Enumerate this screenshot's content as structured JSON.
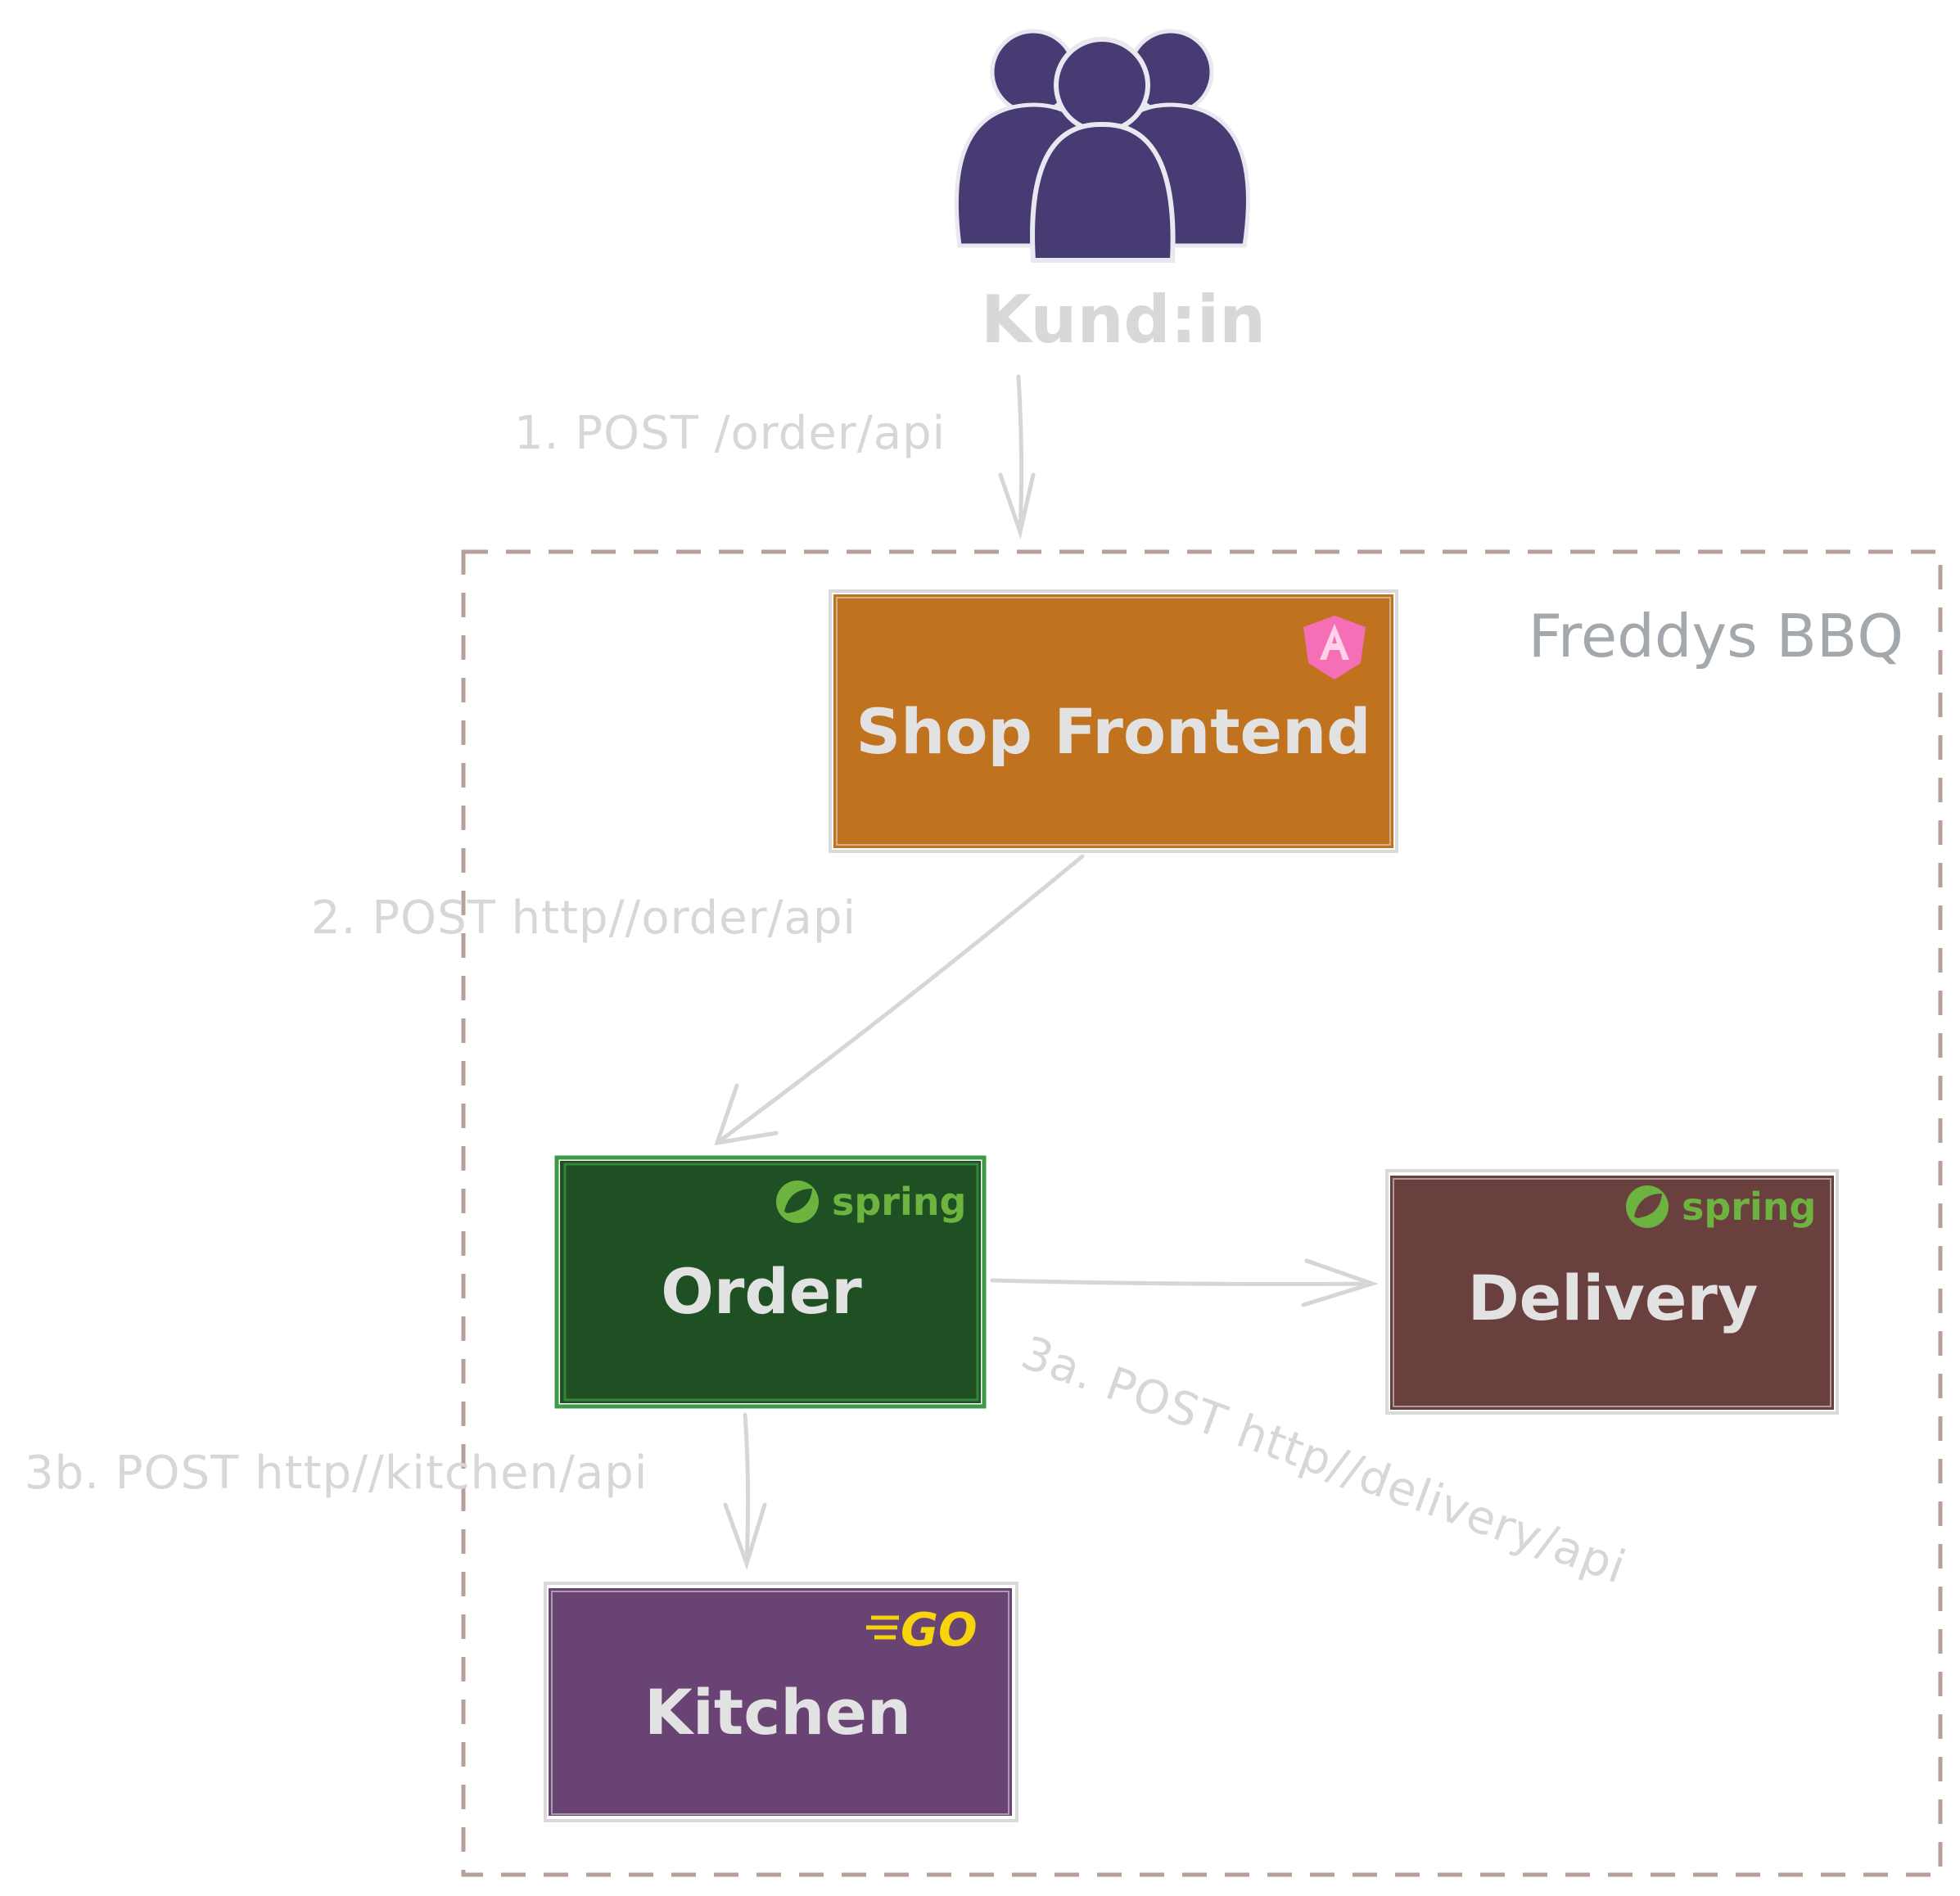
{
  "actor": {
    "label": "Kund:in",
    "icon": "users-group-icon",
    "color": "#483a73"
  },
  "boundary": {
    "label": "Freddys BBQ"
  },
  "services": {
    "shop_frontend": {
      "label": "Shop Frontend",
      "badge_icon": "angular-logo-icon",
      "color": "#c0721e"
    },
    "order": {
      "label": "Order",
      "badge_icon": "spring-logo-icon",
      "badge_text": "spring",
      "color": "#1e5024"
    },
    "delivery": {
      "label": "Delivery",
      "badge_icon": "spring-logo-icon",
      "badge_text": "spring",
      "color": "#6a403e"
    },
    "kitchen": {
      "label": "Kitchen",
      "badge_icon": "go-logo-icon",
      "badge_text": "GO",
      "color": "#684374"
    }
  },
  "edges": {
    "customer_to_frontend": "1. POST /order/api",
    "frontend_to_order": "2. POST http//order/api",
    "order_to_delivery": "3a. POST http//delivery/api",
    "order_to_kitchen": "3b. POST http//kitchen/api"
  },
  "colors": {
    "arrow": "#d6d6d6",
    "boundary_stroke": "#b5a09a",
    "box_outline": "#d9d9d9",
    "label": "#d7d7d7"
  }
}
